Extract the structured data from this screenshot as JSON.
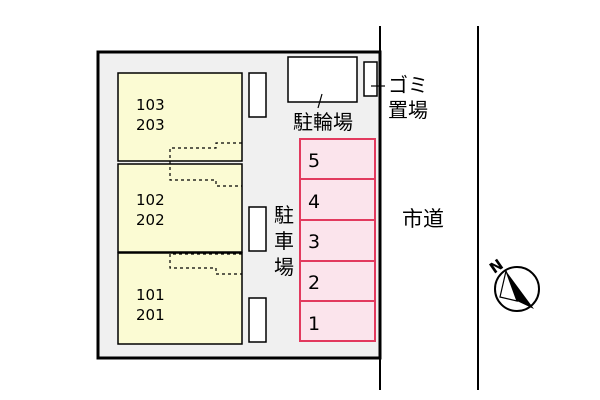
{
  "colors": {
    "site_fill": "#f0f0f0",
    "outline": "#000000",
    "building_fill": "#fbfbd3",
    "parking_fill": "#fbe4ec",
    "parking_stroke": "#e23a5e",
    "road_line": "#000000"
  },
  "buildings": [
    {
      "label_top": "103",
      "label_bottom": "203"
    },
    {
      "label_top": "102",
      "label_bottom": "202"
    },
    {
      "label_top": "101",
      "label_bottom": "201"
    }
  ],
  "labels": {
    "bicycle_parking": "駐輪場",
    "garbage_top": "ゴミ",
    "garbage_bottom": "置場",
    "parking_char_1": "駐",
    "parking_char_2": "車",
    "parking_char_3": "場",
    "road": "市道",
    "compass_n": "N"
  },
  "parking_spaces": [
    "5",
    "4",
    "3",
    "2",
    "1"
  ],
  "icons": {
    "compass": "north-arrow-icon"
  }
}
